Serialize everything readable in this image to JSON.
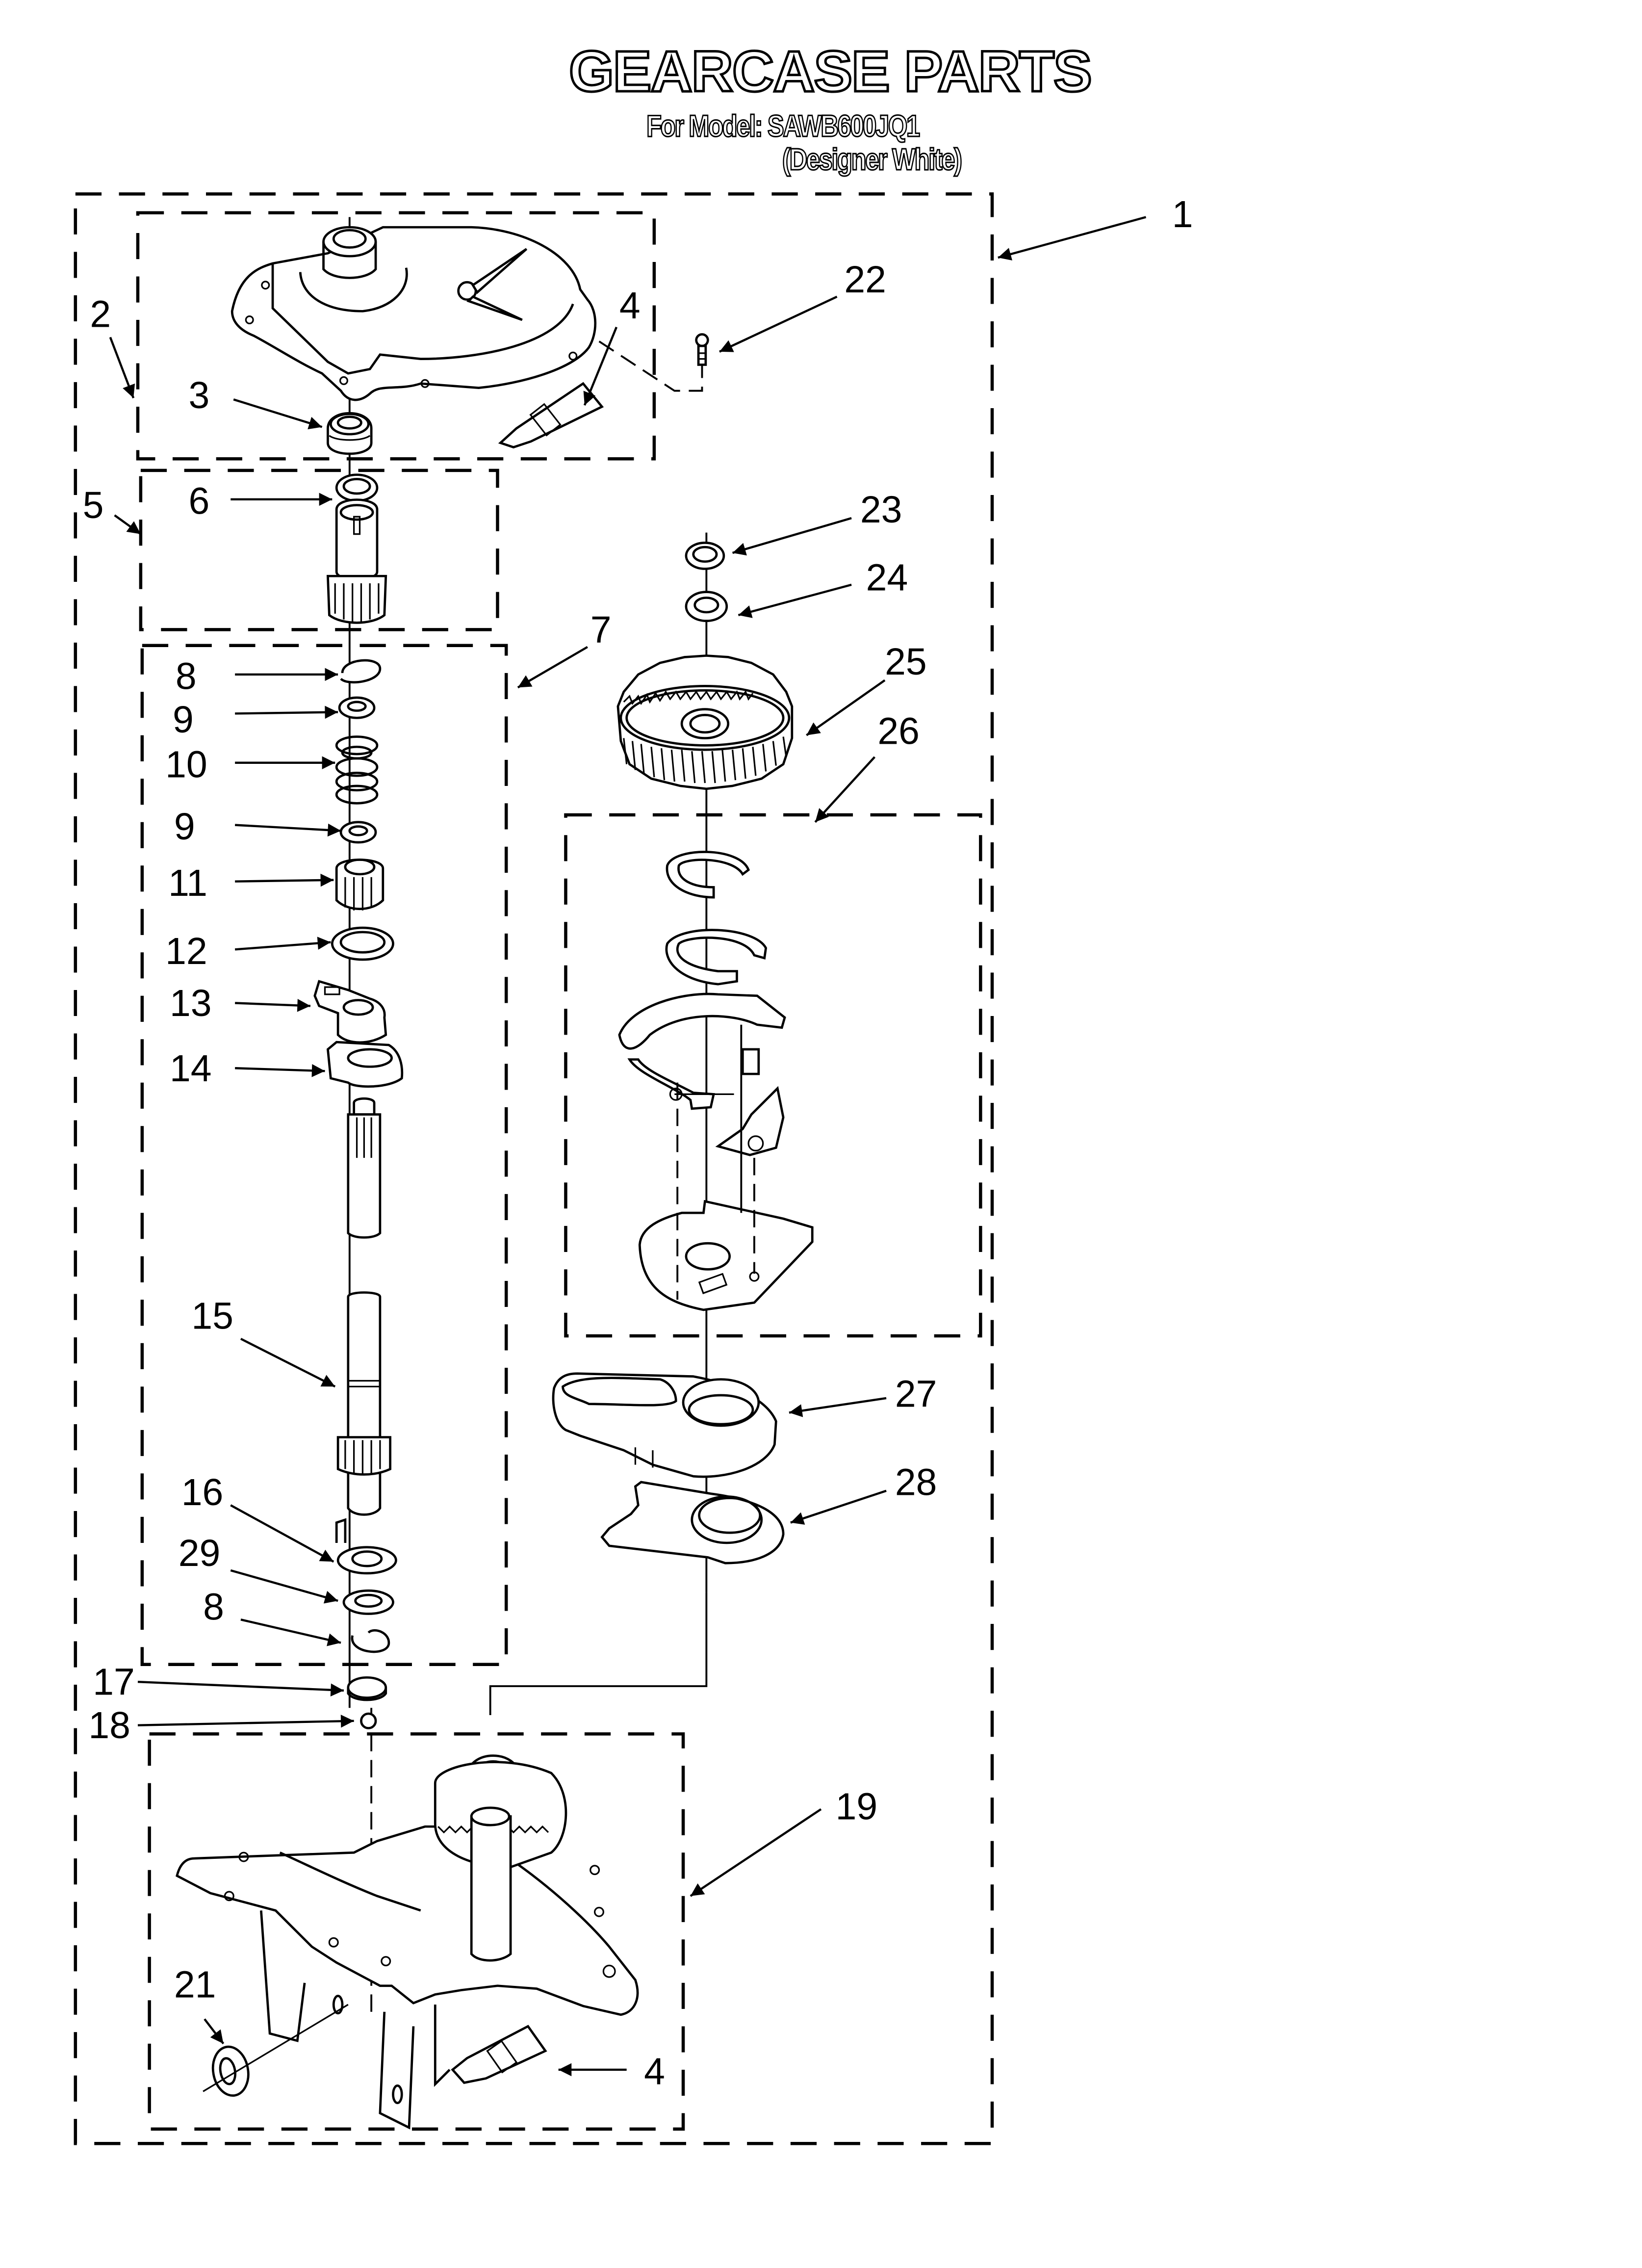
{
  "header": {
    "title": "GEARCASE PARTS",
    "model_line": "For Model: SAWB600JQ1",
    "color_line": "(Designer White)"
  },
  "callouts": {
    "c1": "1",
    "c2": "2",
    "c3": "3",
    "c4_top": "4",
    "c4_bottom": "4",
    "c5": "5",
    "c6": "6",
    "c7": "7",
    "c8_top": "8",
    "c8_bottom": "8",
    "c9_top": "9",
    "c9_bottom": "9",
    "c10": "10",
    "c11": "11",
    "c12": "12",
    "c13": "13",
    "c14": "14",
    "c15": "15",
    "c16": "16",
    "c17": "17",
    "c18": "18",
    "c19": "19",
    "c21": "21",
    "c22": "22",
    "c23": "23",
    "c24": "24",
    "c25": "25",
    "c26": "26",
    "c27": "27",
    "c28": "28",
    "c29": "29"
  },
  "groups": [
    {
      "id": "1",
      "label": "Outer gearcase assembly box"
    },
    {
      "id": "2",
      "label": "Cover assembly box (parts 3, 4)"
    },
    {
      "id": "5",
      "label": "Pinion/drive box (part 6)"
    },
    {
      "id": "7",
      "label": "Shaft assembly box (parts 8-16, 29)"
    },
    {
      "id": "26",
      "label": "Shift mechanism box"
    },
    {
      "id": "19",
      "label": "Gearcase housing box (parts 4, 21)"
    }
  ]
}
